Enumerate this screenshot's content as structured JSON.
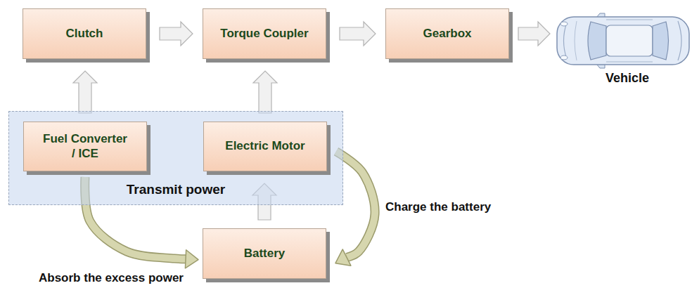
{
  "diagram": {
    "nodes": [
      {
        "text": [
          "Clutch"
        ]
      },
      {
        "text": [
          "Torque Coupler"
        ]
      },
      {
        "text": [
          "Gearbox"
        ]
      },
      {
        "text": [
          "Vehicle"
        ]
      },
      {
        "text": [
          "Transmit power"
        ]
      },
      {
        "text": [
          "Fuel Converter / ICE"
        ],
        "in": 4
      },
      {
        "text": [
          "Electric Motor"
        ],
        "in": 4
      },
      {
        "text": [
          "Battery"
        ]
      }
    ],
    "edges": [
      {
        "from": 0,
        "to": 1,
        "arrow": "to"
      },
      {
        "from": 1,
        "to": 2,
        "arrow": "to"
      },
      {
        "from": 2,
        "to": 3,
        "arrow": "to"
      },
      {
        "from": 5,
        "to": 0,
        "arrow": "to"
      },
      {
        "from": 6,
        "to": 1,
        "arrow": "to"
      },
      {
        "from": 7,
        "to": 6,
        "arrow": "to"
      },
      {
        "from": 5,
        "to": 7,
        "label": "Absorb the excess power",
        "arrow": "to"
      },
      {
        "from": 6,
        "to": 7,
        "label": "Charge the battery",
        "arrow": "to"
      }
    ]
  }
}
